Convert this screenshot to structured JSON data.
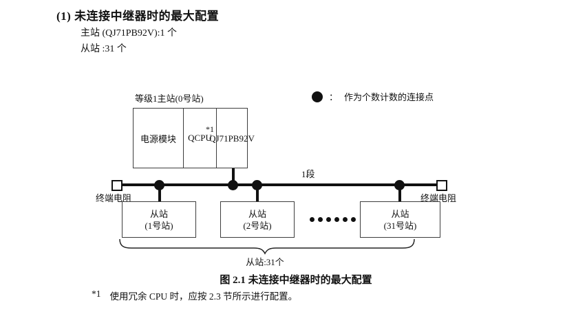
{
  "colors": {
    "ink": "#111111",
    "background": "#ffffff",
    "box_border": "#3c3c3c"
  },
  "page": {
    "heading": "(1) 未连接中继器时的最大配置",
    "master_count_line": "主站 (QJ71PB92V):1 个",
    "slave_count_line": "从站 :31 个",
    "caption": "图 2.1 未连接中继器时的最大配置",
    "footnote_marker": "*1",
    "footnote_text": "使用冗余 CPU 时，应按 2.3 节所示进行配置。"
  },
  "diagram": {
    "legend": {
      "symbol_name": "connection-point-dot",
      "separator": "：",
      "text": "作为个数计数的连接点"
    },
    "master": {
      "label": "等级1主站(0号站)",
      "power_module": "电源模块",
      "cpu_module": "QCPU",
      "cpu_note": "*1",
      "network_module_line1": "QJ71",
      "network_module_line2": "PB92V"
    },
    "segment_label": "1段",
    "terminator_left_label": "终端电阻",
    "terminator_right_label": "终端电阻",
    "slaves": [
      {
        "line1": "从站",
        "line2": "(1号站)"
      },
      {
        "line1": "从站",
        "line2": "(2号站)"
      },
      {
        "line1": "从站",
        "line2": "(31号站)"
      }
    ],
    "brace_label": "从站:31个"
  }
}
